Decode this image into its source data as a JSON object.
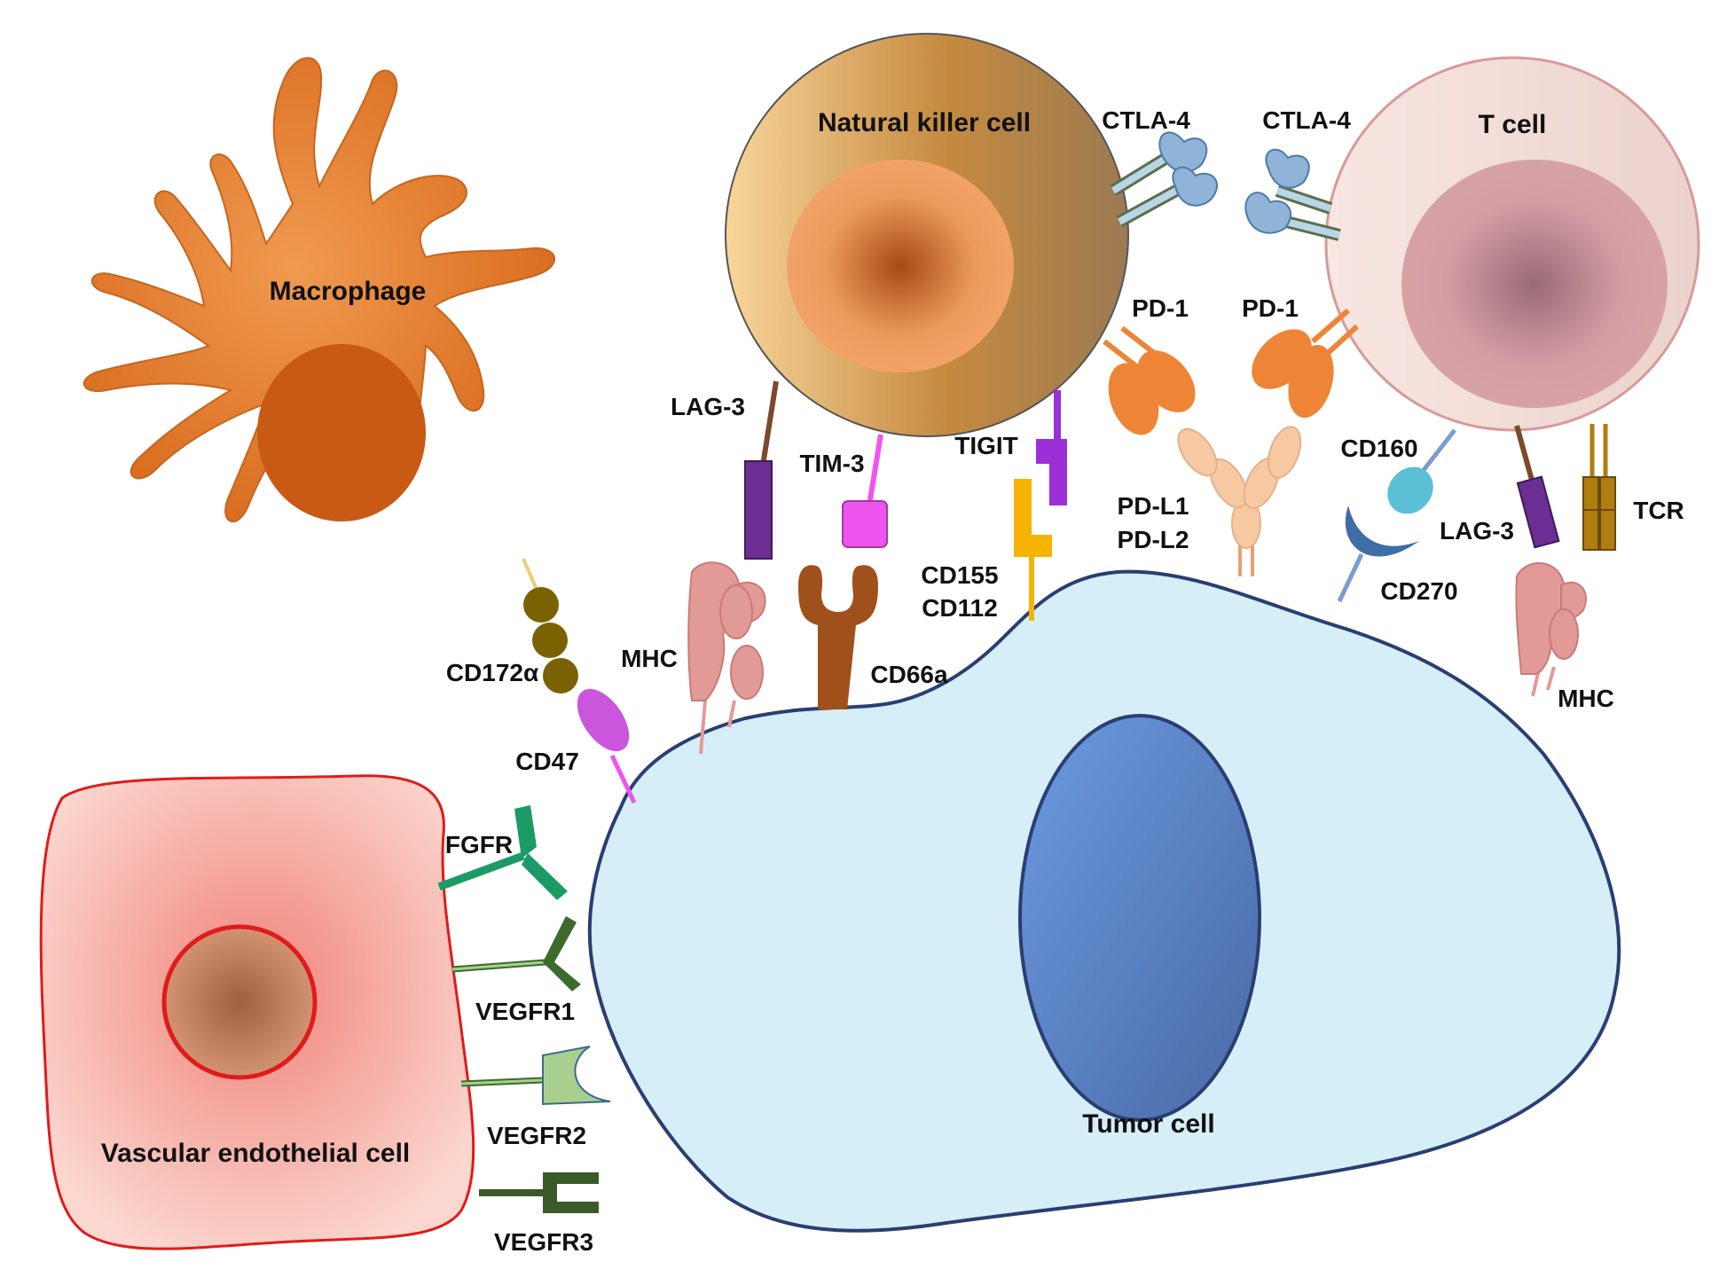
{
  "cells": {
    "macrophage": "Macrophage",
    "nk_cell": "Natural killer cell",
    "t_cell": "T cell",
    "tumor_cell": "Tumor cell",
    "vascular_cell": "Vascular endothelial cell"
  },
  "molecules": {
    "ctla4_left": "CTLA-4",
    "ctla4_right": "CTLA-4",
    "pd1_left": "PD-1",
    "pd1_right": "PD-1",
    "lag3_left": "LAG-3",
    "lag3_right": "LAG-3",
    "tim3": "TIM-3",
    "tigit": "TIGIT",
    "cd155": "CD155",
    "cd112": "CD112",
    "pdl1": "PD-L1",
    "pdl2": "PD-L2",
    "cd160": "CD160",
    "cd270": "CD270",
    "tcr": "TCR",
    "mhc_left": "MHC",
    "mhc_right": "MHC",
    "cd66a": "CD66a",
    "cd172a": "CD172α",
    "cd47": "CD47",
    "fgfr": "FGFR",
    "vegfr1": "VEGFR1",
    "vegfr2": "VEGFR2",
    "vegfr3": "VEGFR3"
  },
  "colors": {
    "macrophage": "#e07a2c",
    "nk_cell": "#c58b45",
    "t_cell": "#f2d7d3",
    "tumor_cell": "#d6eef8",
    "tumor_nucleus": "#5b84c9",
    "vascular_cell": "#f6a796",
    "vascular_border": "#e01b1b",
    "pd1": "#ee8536",
    "ctla4": "#8fb4d8",
    "lag3": "#6b2f93",
    "tim3": "#ee55ee",
    "tigit": "#9b30d9",
    "cd155": "#f4b400",
    "pdl": "#f7c9a3",
    "cd160": "#5bbfd6",
    "cd270": "#3f6ea5",
    "tcr": "#b07d10",
    "mhc": "#e29a96",
    "cd66a": "#a0501a",
    "cd172a": "#7a6200",
    "cd47": "#cc55dd",
    "fgfr": "#1b9b66",
    "vegfr1": "#3d6b2b",
    "vegfr2": "#a8cf8e",
    "vegfr3": "#3a5a2a"
  }
}
